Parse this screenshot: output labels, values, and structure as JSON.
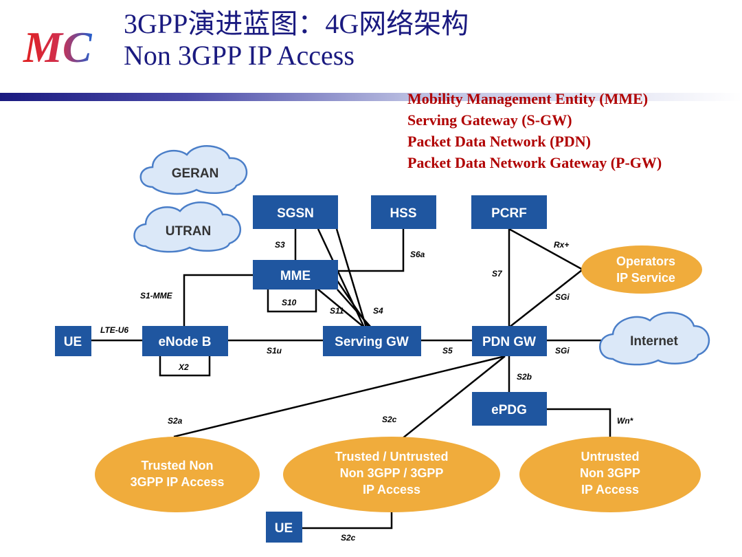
{
  "header": {
    "logo_text": "MC",
    "title_line1": "3GPP演进蓝图：4G网络架构",
    "title_line2": "Non 3GPP IP Access"
  },
  "definitions": [
    "Mobility Management Entity (MME)",
    "Serving Gateway (S-GW)",
    "Packet Data Network (PDN)",
    "Packet Data Network Gateway (P-GW)"
  ],
  "colors": {
    "box_blue": "#1f56a0",
    "oval_orange": "#f0ac3c",
    "cloud_fill": "#dbe8f8",
    "cloud_stroke": "#4a7ec8",
    "definition_red": "#b00000",
    "title_blue": "#1a1a80"
  },
  "nodes": {
    "sgsn": "SGSN",
    "hss": "HSS",
    "pcrf": "PCRF",
    "mme": "MME",
    "ue": "UE",
    "enodeb": "eNode B",
    "serving_gw": "Serving GW",
    "pdn_gw": "PDN GW",
    "epdg": "ePDG",
    "ue_bottom": "UE"
  },
  "clouds": {
    "geran": "GERAN",
    "utran": "UTRAN",
    "internet": "Internet"
  },
  "ovals": {
    "operators": [
      "Operators",
      "IP Service"
    ],
    "trusted": [
      "Trusted Non",
      "3GPP IP Access"
    ],
    "trusted_untrusted": [
      "Trusted / Untrusted",
      "Non 3GPP  / 3GPP",
      "IP Access"
    ],
    "untrusted": [
      "Untrusted",
      "Non 3GPP",
      "IP Access"
    ]
  },
  "interfaces": {
    "s3": "S3",
    "s6a": "S6a",
    "rx": "Rx+",
    "s7": "S7",
    "sgi_top": "SGi",
    "s1_mme": "S1-MME",
    "s10": "S10",
    "s11": "S11",
    "s4": "S4",
    "lte_u6": "LTE-U6",
    "x2": "X2",
    "s1u": "S1u",
    "s5": "S5",
    "sgi_internet": "SGi",
    "s2b": "S2b",
    "s2a": "S2a",
    "s2c": "S2c",
    "wn": "Wn*",
    "s2c_bottom": "S2c"
  }
}
